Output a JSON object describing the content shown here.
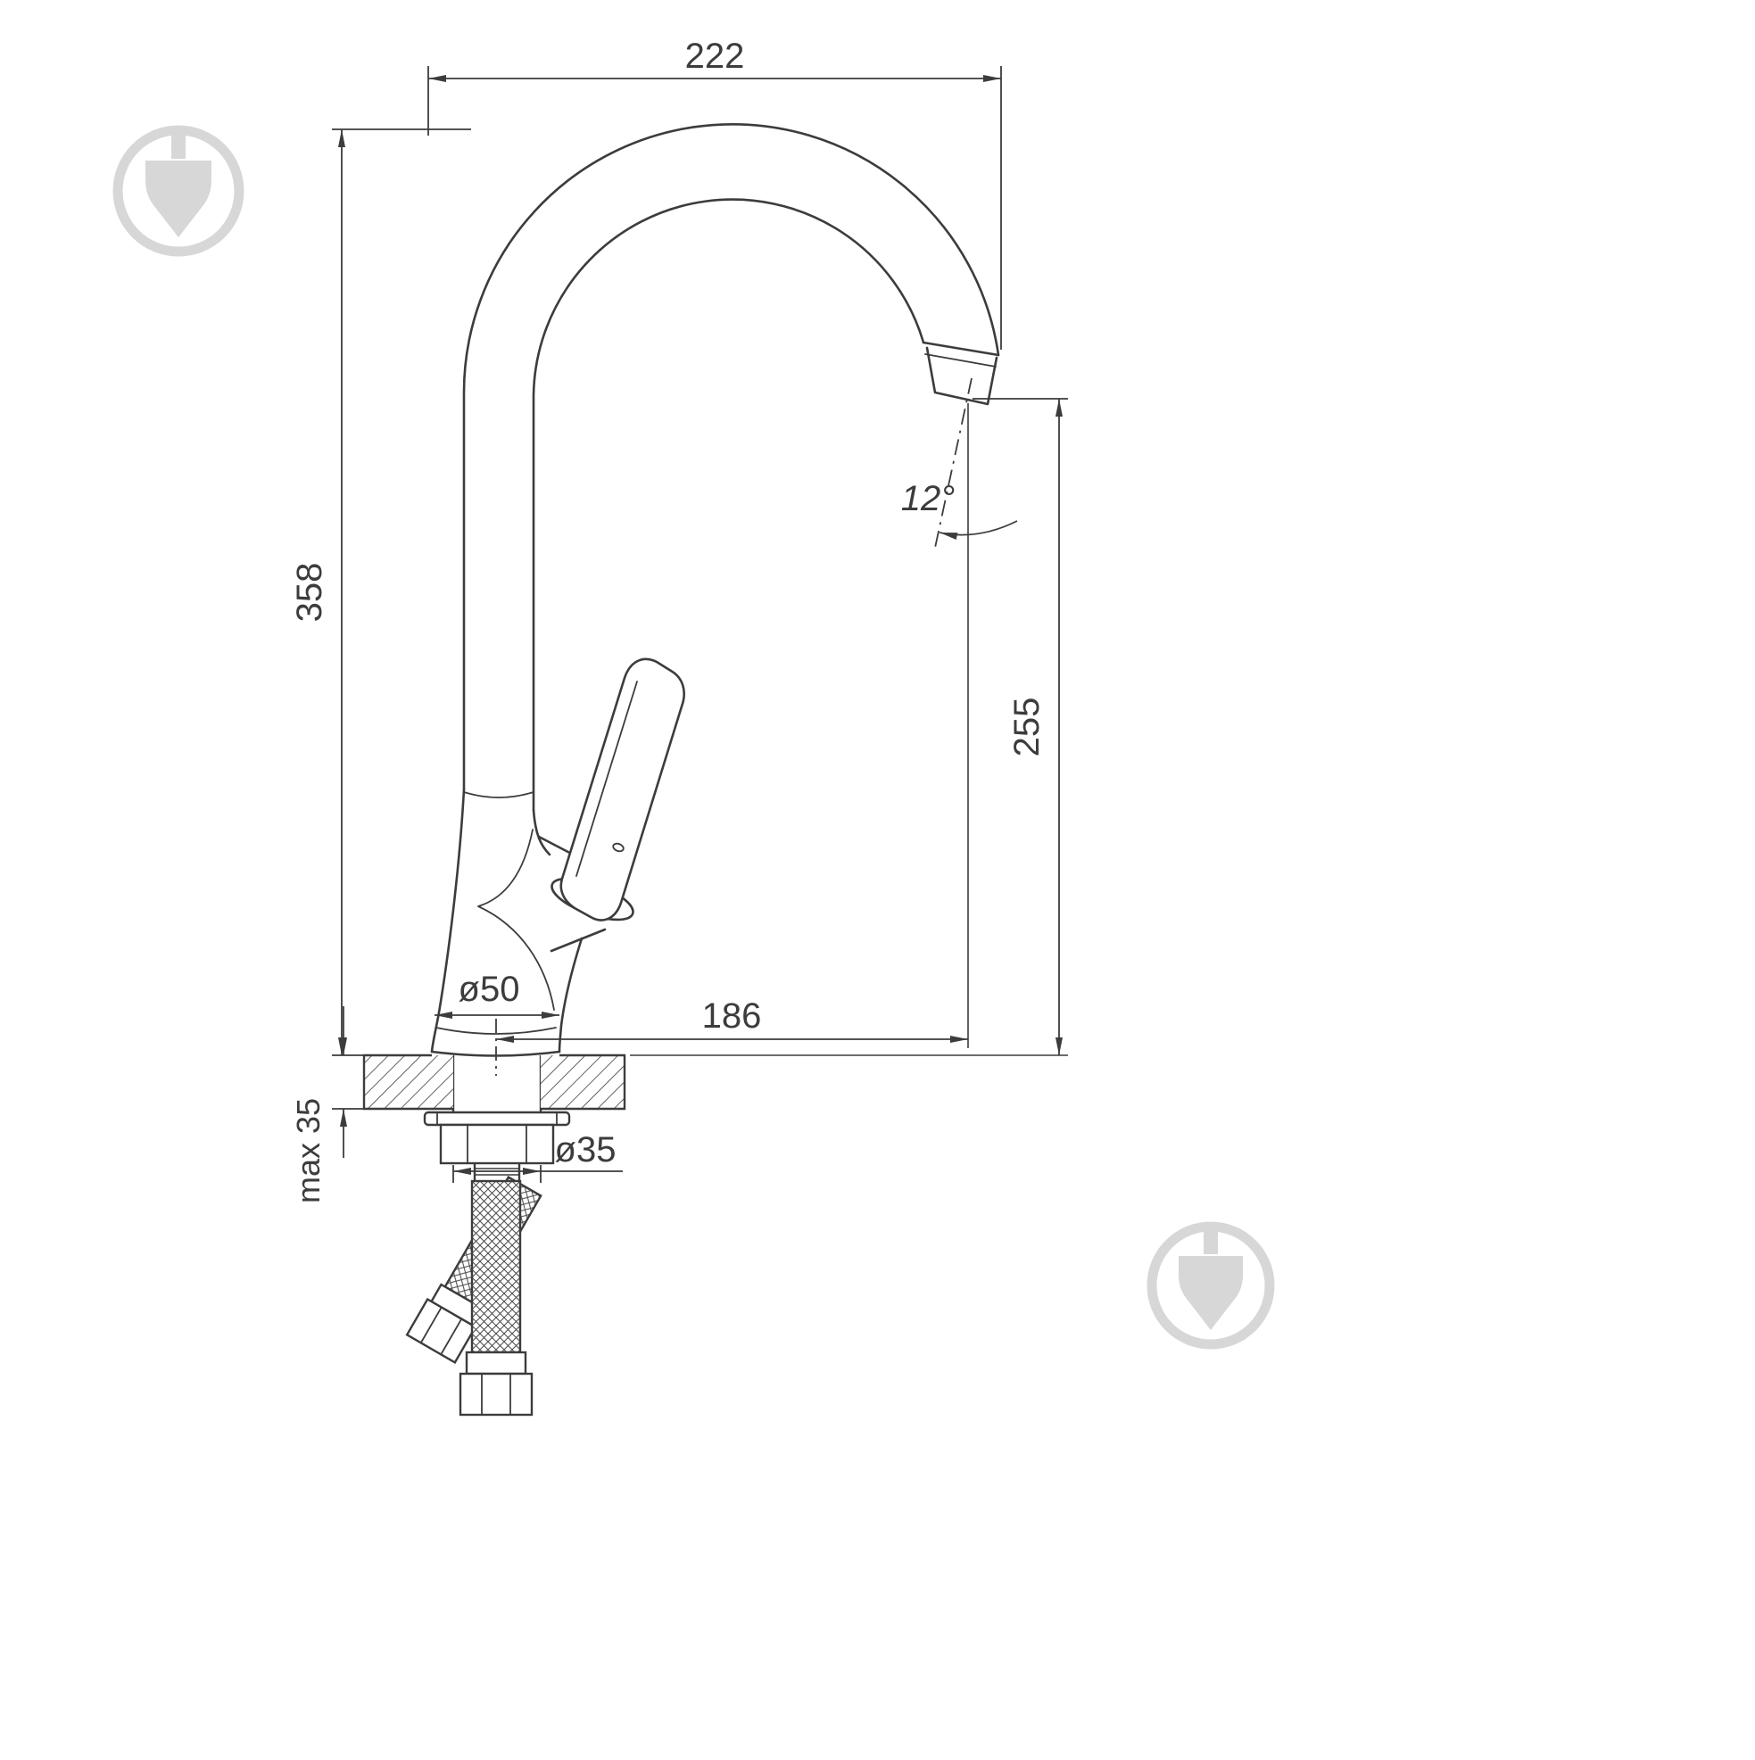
{
  "page": {
    "background": "#ffffff",
    "type": "technical dimensional drawing",
    "subject": "single-lever kitchen faucet with high-arc gooseneck spout, side view with mounting hardware"
  },
  "drawing": {
    "line_color": "#3c3c3c",
    "watermark_color": "#d7d7d7",
    "labels": {
      "reach_top": "222",
      "height_total": "358",
      "height_outlet": "255",
      "reach_outlet": "186",
      "outlet_angle": "12°",
      "base_diameter": "ø50",
      "shank_diameter": "ø35",
      "mount_thickness_max": "max 35"
    }
  }
}
